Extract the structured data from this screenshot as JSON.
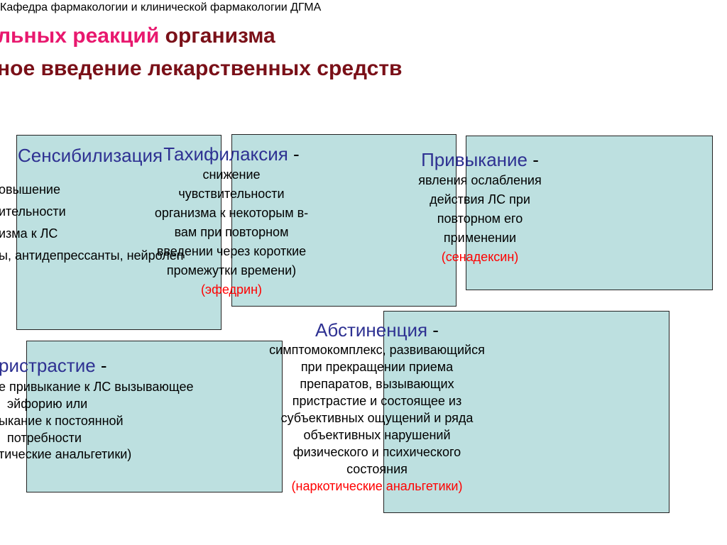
{
  "header": "Кафедра фармакологии и клинической фармакологии  ДГМА",
  "title": {
    "line1_part1": "льных реакций",
    "line1_part2": " организма",
    "line2": "ное введение лекарственных средств"
  },
  "sensitization": {
    "term": "Сенсибилизация",
    "lines": [
      "овышение",
      "ительности",
      "изма к ЛС"
    ],
    "example": "ы,  антидепрессанты, нейролеп"
  },
  "tachyphylaxis": {
    "term": "Тахифилаксия",
    "dash": " -",
    "lines": [
      "снижение",
      "чувствительности",
      "организма к некоторым в-",
      "вам при повторном",
      "введении через короткие",
      "промежутки времени)"
    ],
    "example": "(эфедрин)"
  },
  "habituation": {
    "term": "Привыкание",
    "dash": " -",
    "lines": [
      "явления ослабления",
      "действия ЛС при",
      "повторном его",
      "применении"
    ],
    "example": "(сенадексин)"
  },
  "addiction": {
    "term": "ристрастие",
    "dash": " -",
    "lines": [
      "е привыкание к ЛС вызывающее",
      "эйфорию или",
      "ыкание к постоянной",
      "потребности"
    ],
    "example": "тические анальгетики)"
  },
  "abstinence": {
    "term": "Абстиненция",
    "dash": " -",
    "lines": [
      "симптомокомплекс, развивающийся",
      "при прекращении приема",
      "препаратов, вызывающих",
      "пристрастие и состоящее из",
      "субъективных ощущений и ряда",
      "объективных нарушений",
      "физического и психического",
      "состояния"
    ],
    "example": "(наркотические анальгетики)"
  }
}
